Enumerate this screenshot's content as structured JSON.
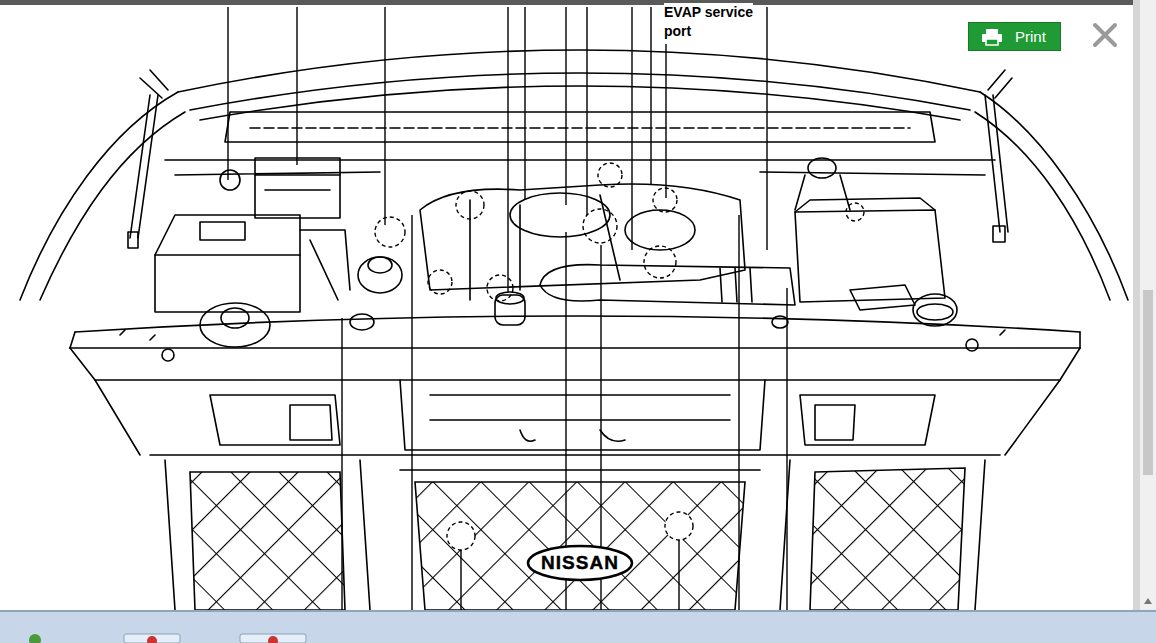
{
  "diagram": {
    "nodes": [
      {
        "text": [
          "Print"
        ]
      },
      {
        "text": [
          "NISSAN"
        ]
      }
    ],
    "labels": [
      "EVAP service port"
    ]
  }
}
